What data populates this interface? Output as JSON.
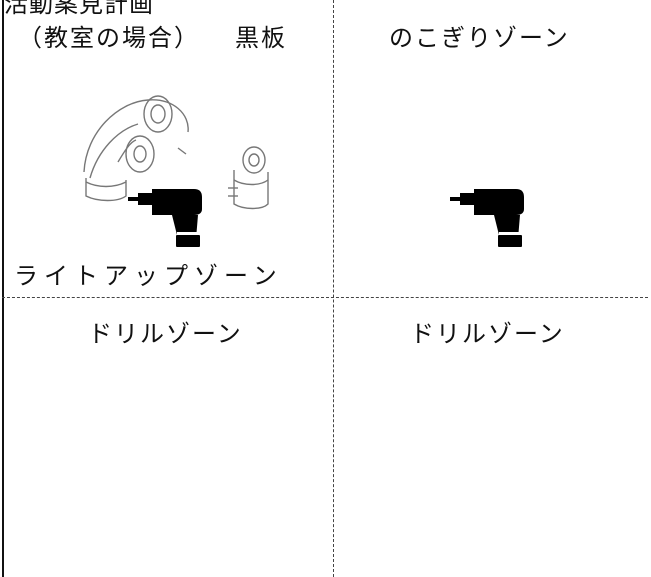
{
  "document": {
    "title": "活動案見計画",
    "cells": {
      "top_left_header": "（教室の場合）",
      "top_left_board": "黒板",
      "top_right": "のこぎりゾーン",
      "top_left_bottom": "ライトアップゾーン",
      "bottom_left": "ドリルゾーン",
      "bottom_right": "ドリルゾーン"
    },
    "icons": {
      "drill_left": "drill-icon",
      "drill_right": "drill-icon",
      "lamp_sketch": "light-object-sketch"
    }
  }
}
